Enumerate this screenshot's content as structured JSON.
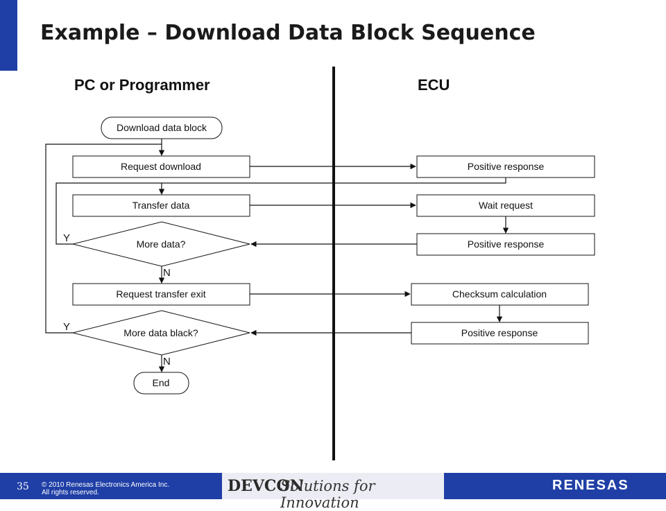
{
  "slide": {
    "title": "Example – Download Data Block Sequence",
    "page_number": "35",
    "copyright_line1": "© 2010 Renesas Electronics America Inc.",
    "copyright_line2": "All rights reserved."
  },
  "columns": {
    "left": "PC or Programmer",
    "right": "ECU"
  },
  "flow": {
    "start": "Download data block",
    "request_download": "Request download",
    "transfer_data": "Transfer data",
    "more_data": "More data?",
    "request_transfer_exit": "Request transfer exit",
    "more_data_block": "More data black?",
    "end": "End",
    "yes": "Y",
    "no": "N"
  },
  "ecu": {
    "positive_response_1": "Positive response",
    "wait_request": "Wait request",
    "positive_response_2": "Positive response",
    "checksum_calculation": "Checksum calculation",
    "positive_response_3": "Positive response"
  },
  "footer": {
    "event_logo": "DEVCON",
    "tagline": "Solutions for Innovation",
    "brand": "RENESAS"
  }
}
